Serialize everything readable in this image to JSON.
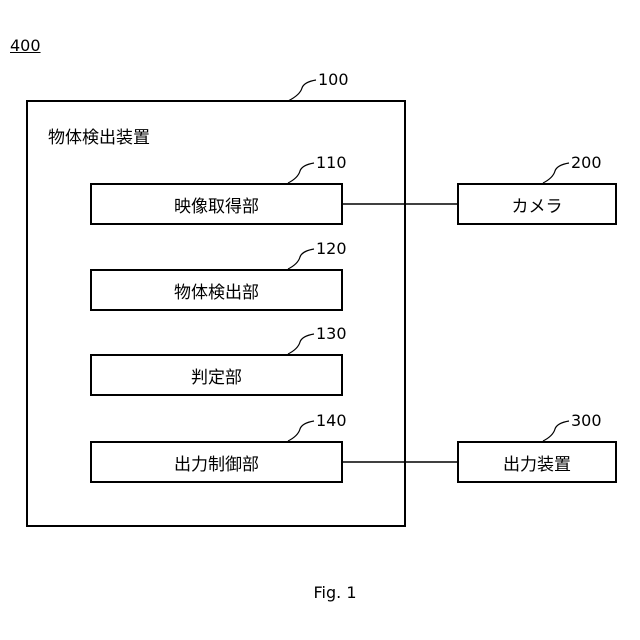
{
  "figure": {
    "system_ref": "400",
    "caption": "Fig. 1"
  },
  "device": {
    "ref": "100",
    "title": "物体検出装置",
    "units": [
      {
        "ref": "110",
        "label": "映像取得部"
      },
      {
        "ref": "120",
        "label": "物体検出部"
      },
      {
        "ref": "130",
        "label": "判定部"
      },
      {
        "ref": "140",
        "label": "出力制御部"
      }
    ]
  },
  "externals": [
    {
      "ref": "200",
      "label": "カメラ"
    },
    {
      "ref": "300",
      "label": "出力装置"
    }
  ]
}
